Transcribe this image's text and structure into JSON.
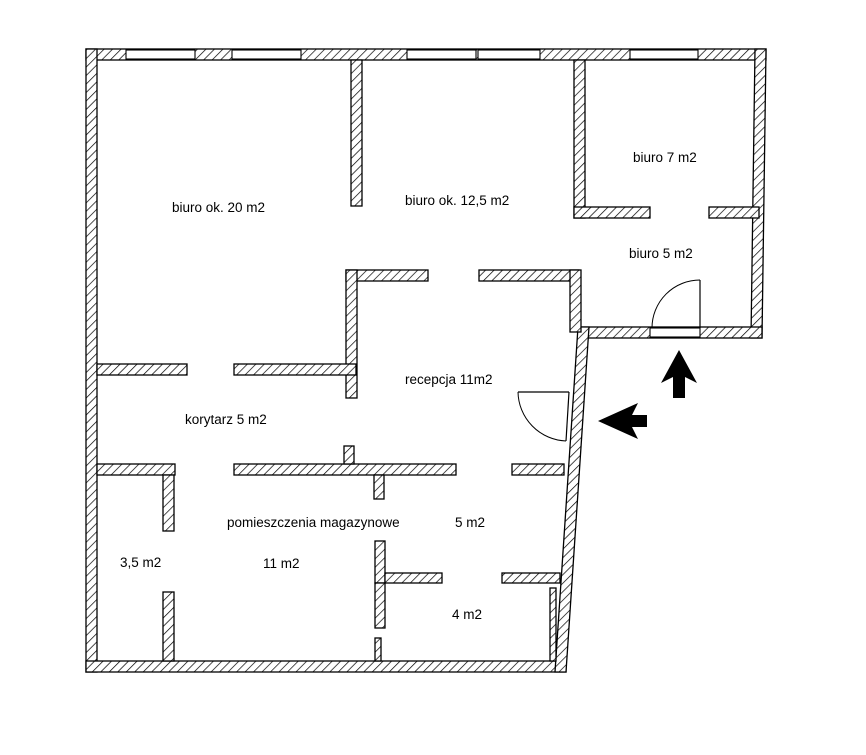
{
  "rooms": {
    "biuro_20": "biuro ok. 20 m2",
    "biuro_12_5": "biuro ok. 12,5 m2",
    "biuro_7": "biuro 7 m2",
    "biuro_5": "biuro 5 m2",
    "recepcja": "recepcja 11m2",
    "korytarz": "korytarz 5 m2",
    "magazyn": "pomieszczenia magazynowe",
    "m5": "5 m2",
    "m3_5": "3,5 m2",
    "m11": "11 m2",
    "m4": "4 m2"
  },
  "entrances": [
    "entrance-arrow-up",
    "entrance-arrow-left"
  ]
}
